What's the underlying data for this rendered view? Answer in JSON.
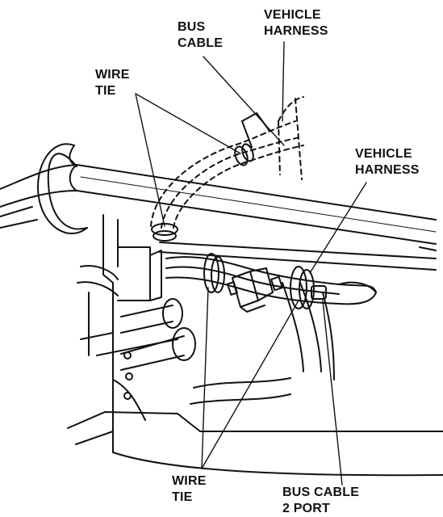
{
  "labels": {
    "vehicle_harness_top": [
      "VEHICLE",
      "HARNESS"
    ],
    "bus_cable_top": [
      "BUS",
      "CABLE"
    ],
    "wire_tie_top": [
      "WIRE",
      "TIE"
    ],
    "vehicle_harness_right": [
      "VEHICLE",
      "HARNESS"
    ],
    "wire_tie_bottom": [
      "WIRE",
      "TIE"
    ],
    "bus_cable_2_port": [
      "BUS CABLE",
      "2 PORT"
    ]
  },
  "colors": {
    "line": "#111111",
    "background": "#ffffff"
  }
}
